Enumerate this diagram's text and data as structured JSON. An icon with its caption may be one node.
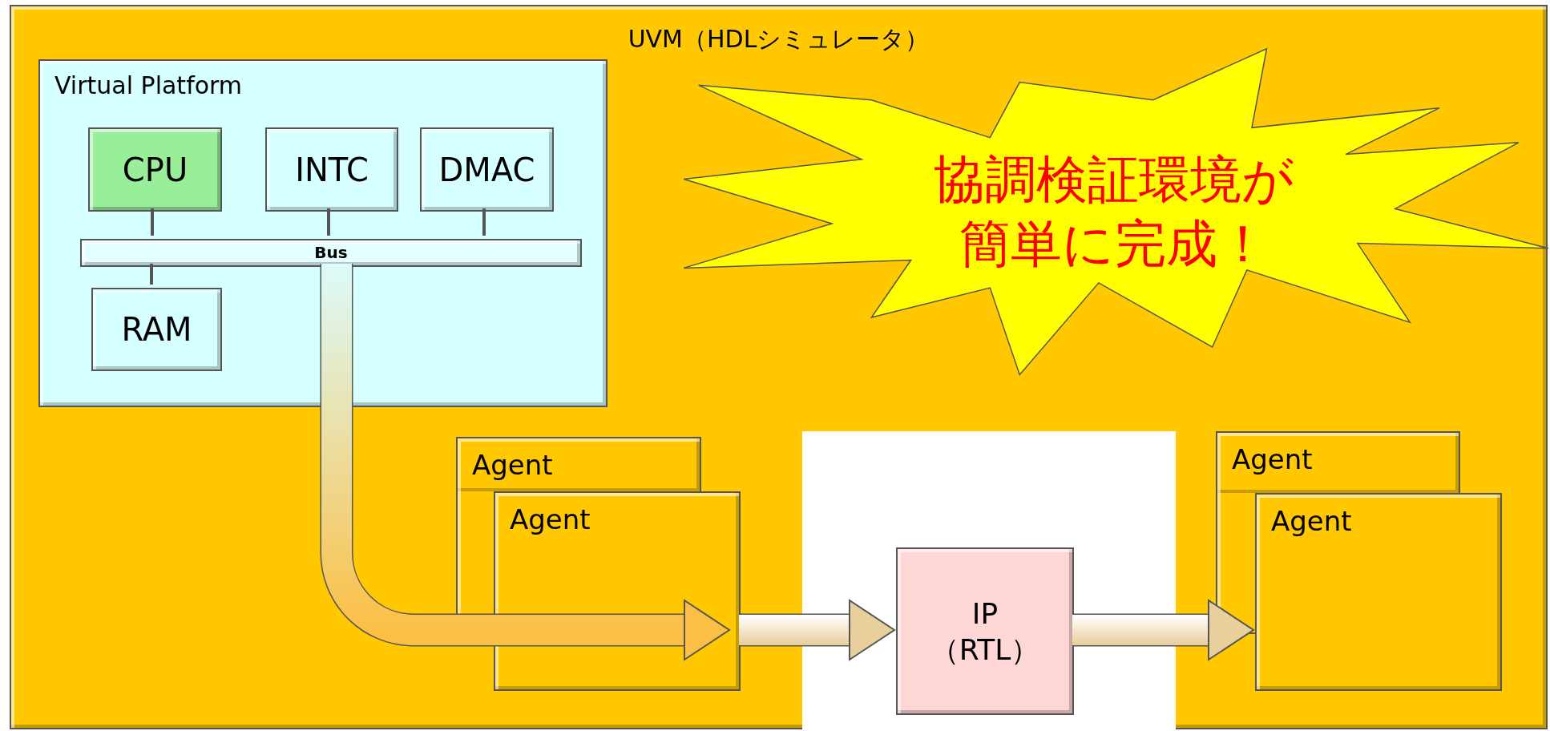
{
  "diagram": {
    "nodes": [
      {
        "text": [
          "UVM（HDLシミュレータ）"
        ]
      },
      {
        "text": [
          "Virtual Platform"
        ],
        "in": 0
      },
      {
        "text": [
          "CPU"
        ],
        "in": 1
      },
      {
        "text": [
          "INTC"
        ],
        "in": 1
      },
      {
        "text": [
          "DMAC"
        ],
        "in": 1
      },
      {
        "text": [
          "Bus"
        ],
        "in": 1
      },
      {
        "text": [
          "RAM"
        ],
        "in": 1
      },
      {
        "text": [
          "協調検証環境が簡単に完成！"
        ],
        "in": 0
      },
      {
        "text": [
          "Agent"
        ],
        "in": 0
      },
      {
        "text": [
          "Agent"
        ],
        "in": 0
      },
      {
        "text": [
          "IP",
          "（RTL）"
        ],
        "in": 0
      },
      {
        "text": [
          "Agent"
        ],
        "in": 0
      },
      {
        "text": [
          "Agent"
        ],
        "in": 0
      }
    ],
    "edges": [
      {
        "from": 2,
        "to": 5,
        "arrow": "none"
      },
      {
        "from": 3,
        "to": 5,
        "arrow": "none"
      },
      {
        "from": 4,
        "to": 5,
        "arrow": "none"
      },
      {
        "from": 5,
        "to": 6,
        "arrow": "none"
      },
      {
        "from": 5,
        "to": 9,
        "arrow": "to",
        "style": "thick"
      },
      {
        "from": 9,
        "to": 10,
        "arrow": "to",
        "style": "thick"
      },
      {
        "from": 10,
        "to": 12,
        "arrow": "to",
        "style": "thick"
      }
    ]
  }
}
